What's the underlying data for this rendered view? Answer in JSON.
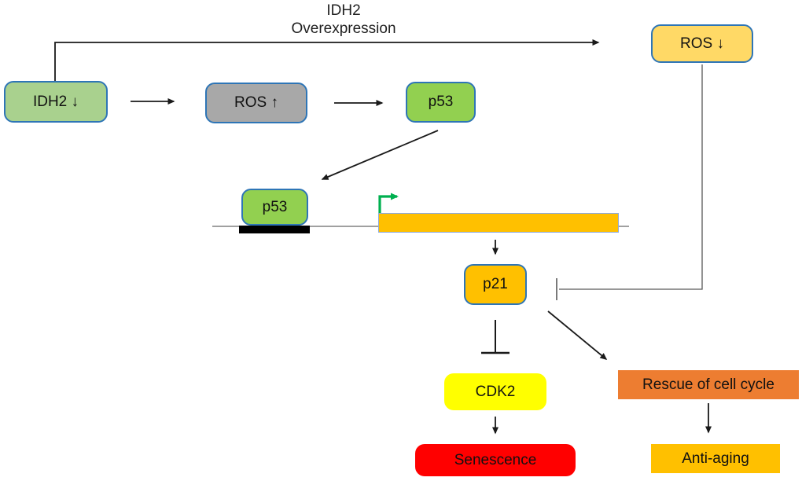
{
  "title": {
    "line1": "IDH2",
    "line2": "Overexpression"
  },
  "nodes": {
    "idh2_low": {
      "label": "IDH2 ↓",
      "fill": "#A9D18E",
      "border": "#2E75B6"
    },
    "ros_up": {
      "label": "ROS ↑",
      "fill": "#A8A8A8",
      "border": "#2E75B6"
    },
    "p53_upper": {
      "label": "p53",
      "fill": "#92D050",
      "border": "#2E75B6"
    },
    "ros_down": {
      "label": "ROS ↓",
      "fill": "#FFD966",
      "border": "#2E75B6"
    },
    "p53_promoter": {
      "label": "p53",
      "fill": "#92D050",
      "border": "#2E75B6"
    },
    "p21": {
      "label": "p21",
      "fill": "#FFC000",
      "border": "#2E75B6"
    },
    "cdk2": {
      "label": "CDK2",
      "fill": "#FFFF00"
    },
    "senescence": {
      "label": "Senescence",
      "fill": "#FF0000"
    },
    "rescue": {
      "label": "Rescue of cell cycle",
      "fill": "#ED7D31"
    },
    "anti_aging": {
      "label": "Anti-aging",
      "fill": "#FFC000"
    }
  },
  "gene_diagram": {
    "promoter_bar_color": "#000000",
    "gene_body_color": "#FFC000",
    "tss_arrow_color": "#00B050",
    "baseline_color": "#808080"
  },
  "edges": [
    {
      "from": "idh2_low",
      "to": "ros_down",
      "type": "activation",
      "label": "IDH2 Overexpression"
    },
    {
      "from": "idh2_low",
      "to": "ros_up",
      "type": "activation"
    },
    {
      "from": "ros_up",
      "to": "p53_upper",
      "type": "activation"
    },
    {
      "from": "p53_upper",
      "to": "p53_promoter",
      "type": "binding"
    },
    {
      "from": "gene_body",
      "to": "p21",
      "type": "activation"
    },
    {
      "from": "ros_down",
      "to": "p21",
      "type": "inhibition"
    },
    {
      "from": "p21",
      "to": "cdk2",
      "type": "inhibition"
    },
    {
      "from": "p21",
      "to": "rescue",
      "type": "activation"
    },
    {
      "from": "cdk2",
      "to": "senescence",
      "type": "activation"
    },
    {
      "from": "rescue",
      "to": "anti_aging",
      "type": "activation"
    }
  ]
}
